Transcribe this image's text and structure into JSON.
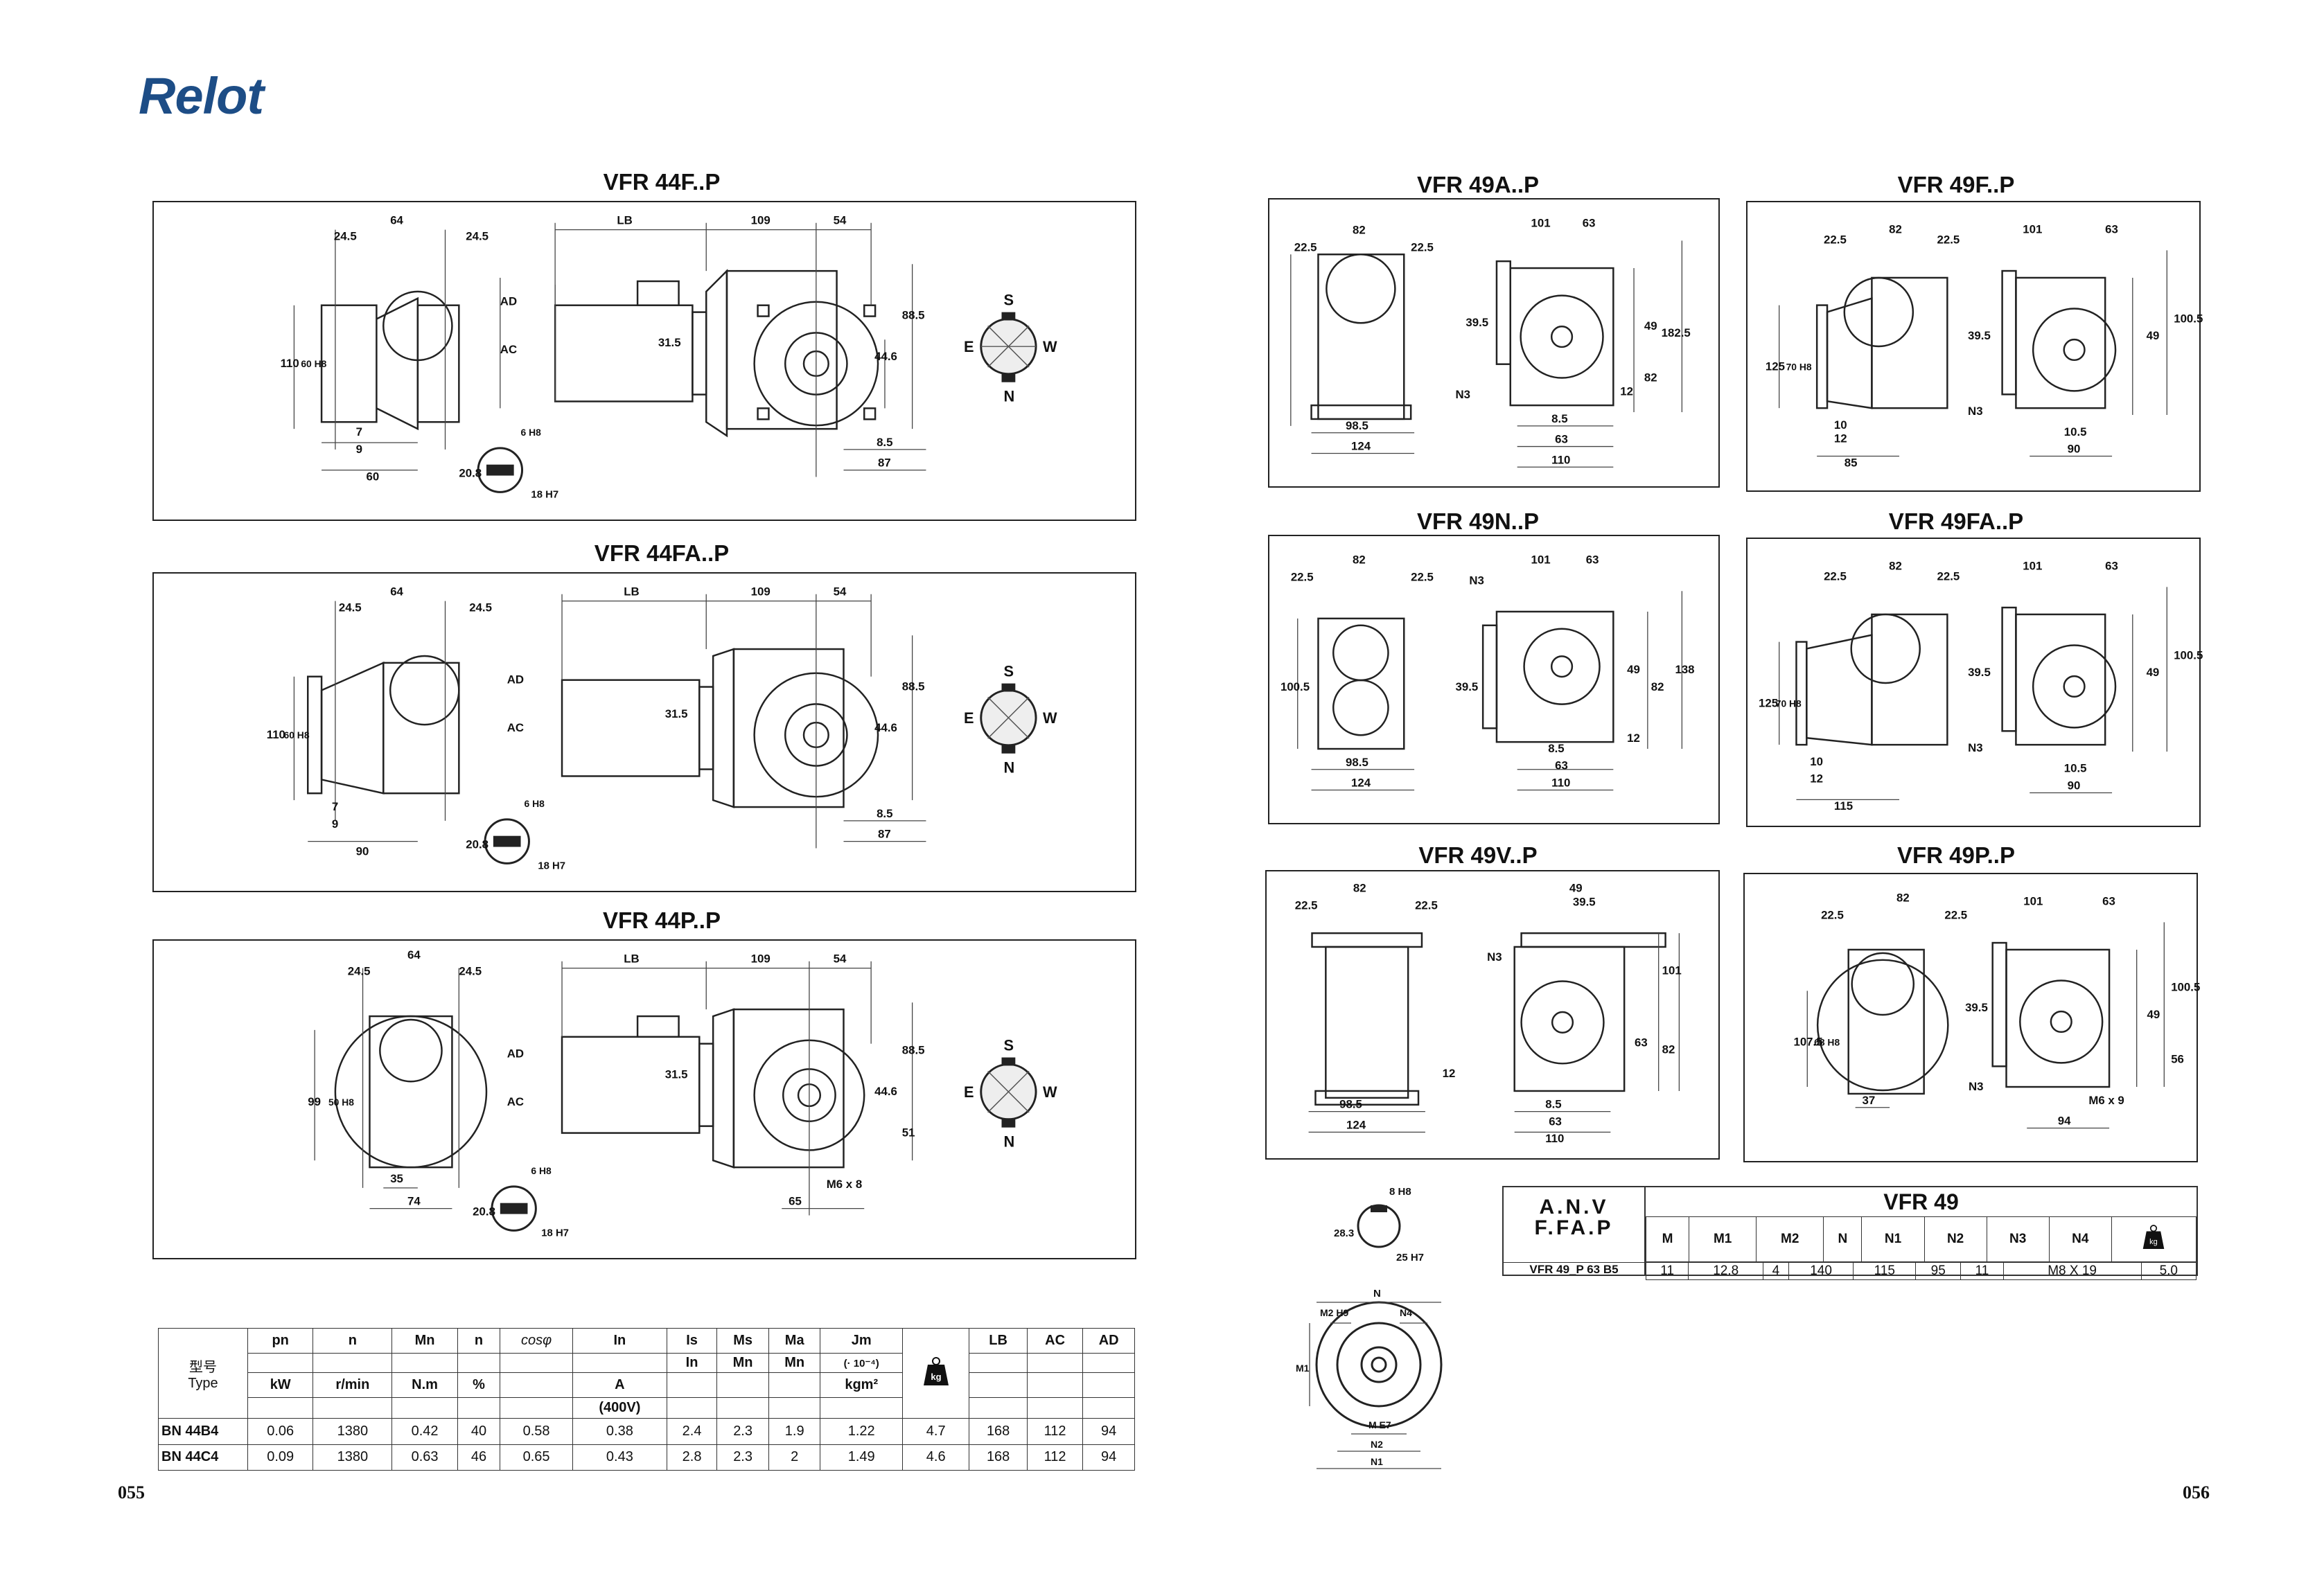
{
  "brand": {
    "logo": "Relot"
  },
  "left": {
    "diagrams": [
      {
        "title": "VFR 44F..P",
        "dims": [
          "64",
          "24.5",
          "24.5",
          "LB",
          "109",
          "54",
          "AD",
          "AC",
          "31.5",
          "88.5",
          "44.6",
          "110",
          "60 H8",
          "7",
          "9",
          "60",
          "8.5",
          "87",
          "6 H8",
          "20.8",
          "18 H7"
        ]
      },
      {
        "title": "VFR 44FA..P",
        "dims": [
          "64",
          "24.5",
          "24.5",
          "LB",
          "109",
          "54",
          "AD",
          "AC",
          "31.5",
          "88.5",
          "44.6",
          "110",
          "60 H8",
          "7",
          "9",
          "90",
          "8.5",
          "87",
          "6 H8",
          "20.8",
          "18 H7"
        ]
      },
      {
        "title": "VFR 44P..P",
        "dims": [
          "64",
          "24.5",
          "24.5",
          "LB",
          "109",
          "54",
          "AD",
          "AC",
          "31.5",
          "88.5",
          "44.6",
          "51",
          "99",
          "50 H8",
          "35",
          "74",
          "M6 x 8",
          "65",
          "6 H8",
          "20.8",
          "18 H7"
        ]
      }
    ],
    "compass": {
      "n": "N",
      "s": "S",
      "e": "E",
      "w": "W"
    },
    "table": {
      "type_label_cn": "型号",
      "type_label_en": "Type",
      "headers_top": [
        "pn",
        "n",
        "Mn",
        "n",
        "cosφ",
        "In",
        "Is",
        "Ms",
        "Ma",
        "Jm",
        "",
        "LB",
        "AC",
        "AD"
      ],
      "headers_mid": [
        "",
        "",
        "",
        "",
        "",
        "",
        "In",
        "Mn",
        "Mn",
        "(· 10⁻⁴)",
        "",
        "",
        "",
        ""
      ],
      "headers_bot": [
        "kW",
        "r/min",
        "N.m",
        "%",
        "",
        "A",
        "",
        "",
        "",
        "kgm²",
        "",
        "",
        "",
        ""
      ],
      "headers_extra": [
        "",
        "",
        "",
        "",
        "",
        "(400V)",
        "",
        "",
        "",
        "",
        "",
        "",
        "",
        ""
      ],
      "kg_label": "kg",
      "rows": [
        {
          "type": "BN 44B4",
          "values": [
            "0.06",
            "1380",
            "0.42",
            "40",
            "0.58",
            "0.38",
            "2.4",
            "2.3",
            "1.9",
            "1.22",
            "4.7",
            "168",
            "112",
            "94"
          ]
        },
        {
          "type": "BN 44C4",
          "values": [
            "0.09",
            "1380",
            "0.63",
            "46",
            "0.65",
            "0.43",
            "2.8",
            "2.3",
            "2",
            "1.49",
            "4.6",
            "168",
            "112",
            "94"
          ]
        }
      ]
    },
    "page_number": "055"
  },
  "right": {
    "diagrams": [
      {
        "title": "VFR 49A..P",
        "dims": [
          "82",
          "22.5",
          "22.5",
          "101",
          "63",
          "39.5",
          "49",
          "182.5",
          "12",
          "82",
          "N3",
          "98.5",
          "124",
          "8.5",
          "63",
          "110"
        ]
      },
      {
        "title": "VFR 49F..P",
        "dims": [
          "82",
          "22.5",
          "22.5",
          "101",
          "63",
          "125",
          "70 H8",
          "39.5",
          "49",
          "100.5",
          "N3",
          "10",
          "12",
          "85",
          "10.5",
          "90"
        ]
      },
      {
        "title": "VFR 49N..P",
        "dims": [
          "82",
          "22.5",
          "22.5",
          "101",
          "63",
          "N3",
          "100.5",
          "39.5",
          "49",
          "82",
          "138",
          "12",
          "98.5",
          "124",
          "8.5",
          "63",
          "110"
        ]
      },
      {
        "title": "VFR 49FA..P",
        "dims": [
          "82",
          "22.5",
          "22.5",
          "101",
          "63",
          "125",
          "70 H8",
          "39.5",
          "49",
          "100.5",
          "N3",
          "10",
          "12",
          "115",
          "10.5",
          "90"
        ]
      },
      {
        "title": "VFR 49V..P",
        "dims": [
          "82",
          "22.5",
          "22.5",
          "49",
          "39.5",
          "N3",
          "101",
          "63",
          "82",
          "12",
          "98.5",
          "124",
          "8.5",
          "63",
          "110"
        ]
      },
      {
        "title": "VFR 49P..P",
        "dims": [
          "82",
          "22.5",
          "22.5",
          "101",
          "63",
          "107.5",
          "68 H8",
          "39.5",
          "49",
          "100.5",
          "56",
          "N3",
          "37",
          "M6 x 9",
          "94"
        ]
      }
    ],
    "flange": {
      "dims": [
        "8 H8",
        "28.3",
        "25 H7",
        "N",
        "M2 H9",
        "N4",
        "M1",
        "M E7",
        "N2",
        "N1"
      ]
    },
    "table": {
      "title": "VFR 49",
      "labels": [
        "A.N.V",
        "F.FA.P"
      ],
      "headers": [
        "M",
        "M1",
        "M2",
        "N",
        "N1",
        "N2",
        "N3",
        "N4",
        "kg"
      ],
      "row_label": "VFR 49_P 63 B5",
      "values": [
        "11",
        "12.8",
        "4",
        "140",
        "115",
        "95",
        "11",
        "M8 X 19",
        "5.0"
      ]
    },
    "page_number": "056"
  }
}
